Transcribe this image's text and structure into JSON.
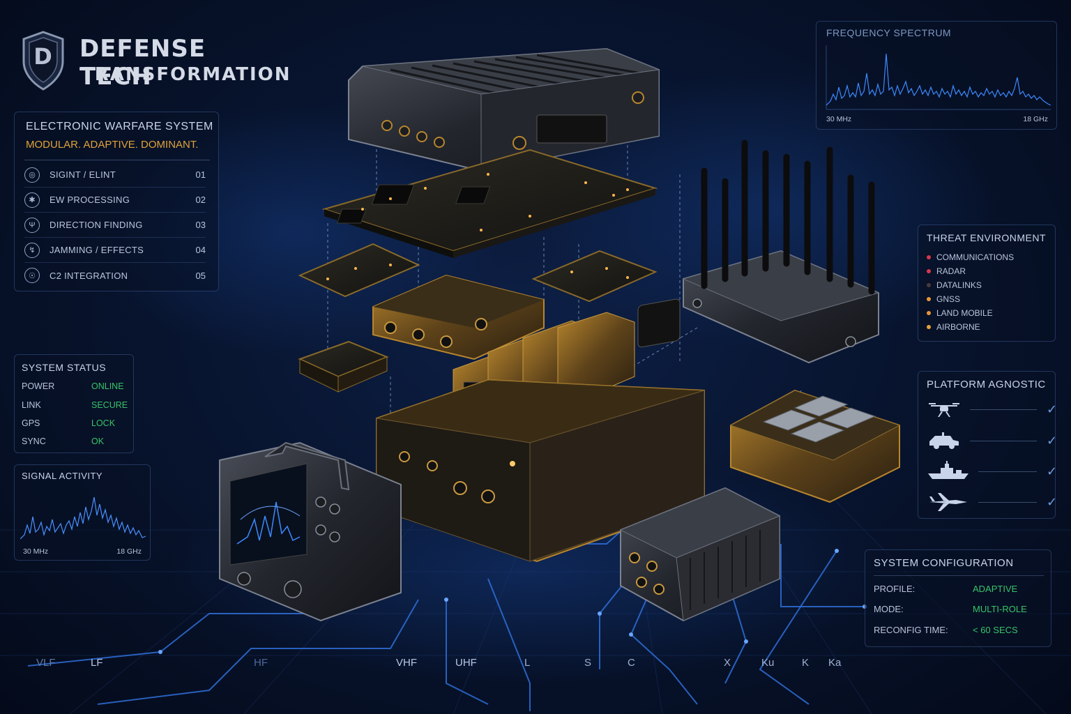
{
  "header": {
    "logo_letter": "D",
    "title_line1": "DEFENSE TECH",
    "title_line2": "TRANSFORMATION"
  },
  "ew_panel": {
    "title": "ELECTRONIC WARFARE SYSTEM",
    "tagline": "MODULAR. ADAPTIVE. DOMINANT.",
    "items": [
      {
        "label": "SIGINT / ELINT",
        "num": "01"
      },
      {
        "label": "EW PROCESSING",
        "num": "02"
      },
      {
        "label": "DIRECTION FINDING",
        "num": "03"
      },
      {
        "label": "JAMMING / EFFECTS",
        "num": "04"
      },
      {
        "label": "C2 INTEGRATION",
        "num": "05"
      }
    ]
  },
  "system_status": {
    "title": "SYSTEM STATUS",
    "rows": [
      {
        "key": "POWER",
        "value": "ONLINE"
      },
      {
        "key": "LINK",
        "value": "SECURE"
      },
      {
        "key": "GPS",
        "value": "LOCK"
      },
      {
        "key": "SYNC",
        "value": "OK"
      }
    ]
  },
  "signal_activity": {
    "title": "SIGNAL ACTIVITY",
    "range_low": "30 MHz",
    "range_high": "18 GHz"
  },
  "frequency_spectrum": {
    "title": "FREQUENCY SPECTRUM",
    "range_low": "30 MHz",
    "range_high": "18 GHz"
  },
  "threat_environment": {
    "title": "THREAT ENVIRONMENT",
    "items": [
      {
        "label": "COMMUNICATIONS",
        "color": "#d9374a"
      },
      {
        "label": "RADAR",
        "color": "#d9374a"
      },
      {
        "label": "DATALINKS",
        "color": "#4a3a3a"
      },
      {
        "label": "GNSS",
        "color": "#e8963a"
      },
      {
        "label": "LAND MOBILE",
        "color": "#e8963a"
      },
      {
        "label": "AIRBORNE",
        "color": "#e8a33a"
      }
    ]
  },
  "platform_agnostic": {
    "title": "PLATFORM AGNOSTIC",
    "platforms": [
      {
        "icon": "drone-icon"
      },
      {
        "icon": "vehicle-icon"
      },
      {
        "icon": "ship-icon"
      },
      {
        "icon": "jet-icon"
      }
    ]
  },
  "system_configuration": {
    "title": "SYSTEM CONFIGURATION",
    "rows": [
      {
        "key": "PROFILE:",
        "value": "ADAPTIVE"
      },
      {
        "key": "MODE:",
        "value": "MULTI-ROLE"
      },
      {
        "key": "RECONFIG TIME:",
        "value": "< 60 SECS"
      }
    ]
  },
  "bands": [
    "VLF",
    "LF",
    "HF",
    "VHF",
    "UHF",
    "L",
    "S",
    "C",
    "X",
    "Ku",
    "K",
    "Ka"
  ],
  "colors": {
    "accent_blue": "#3d7fe0",
    "accent_gold": "#e0a33a",
    "status_green": "#39c46a"
  }
}
